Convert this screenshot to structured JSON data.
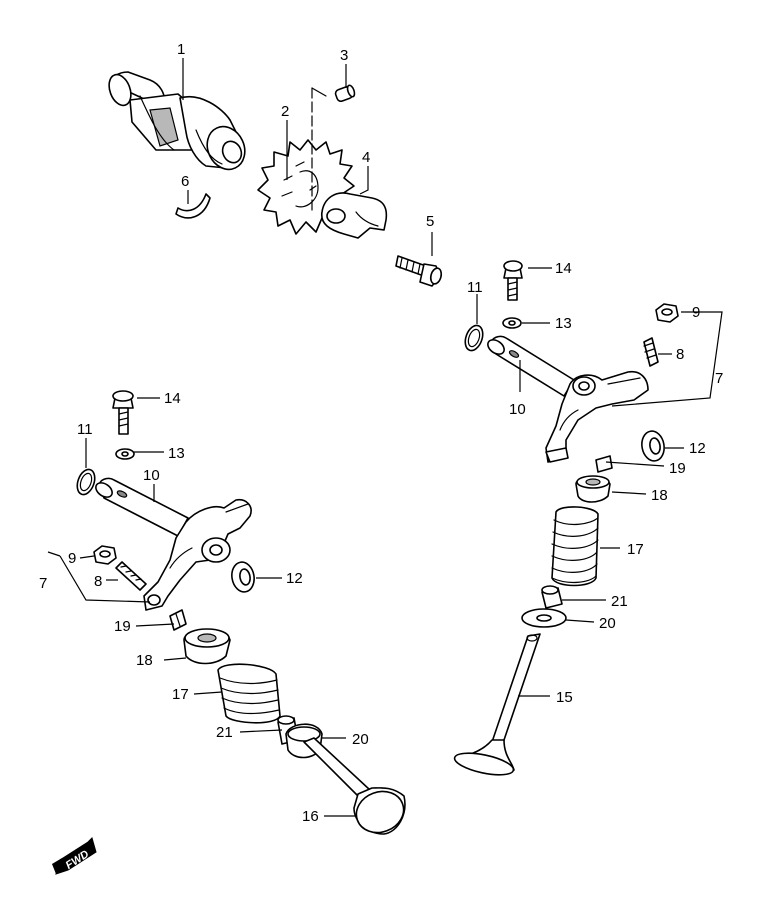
{
  "callouts": {
    "c1": "1",
    "c2": "2",
    "c3": "3",
    "c4": "4",
    "c5": "5",
    "c6": "6",
    "c14a": "14",
    "c11a": "11",
    "c13a": "13",
    "c9a": "9",
    "c8a": "8",
    "c7a": "7",
    "c10a": "10",
    "c12a": "12",
    "c19a": "19",
    "c18a": "18",
    "c17a": "17",
    "c21a": "21",
    "c20a": "20",
    "c15": "15",
    "c14b": "14",
    "c11b": "11",
    "c13b": "13",
    "c10b": "10",
    "c9b": "9",
    "c8b": "8",
    "c7b": "7",
    "c12b": "12",
    "c19b": "19",
    "c18b": "18",
    "c17b": "17",
    "c21b": "21",
    "c20b": "20",
    "c16": "16"
  },
  "direction_badge": {
    "label": "FWD"
  }
}
